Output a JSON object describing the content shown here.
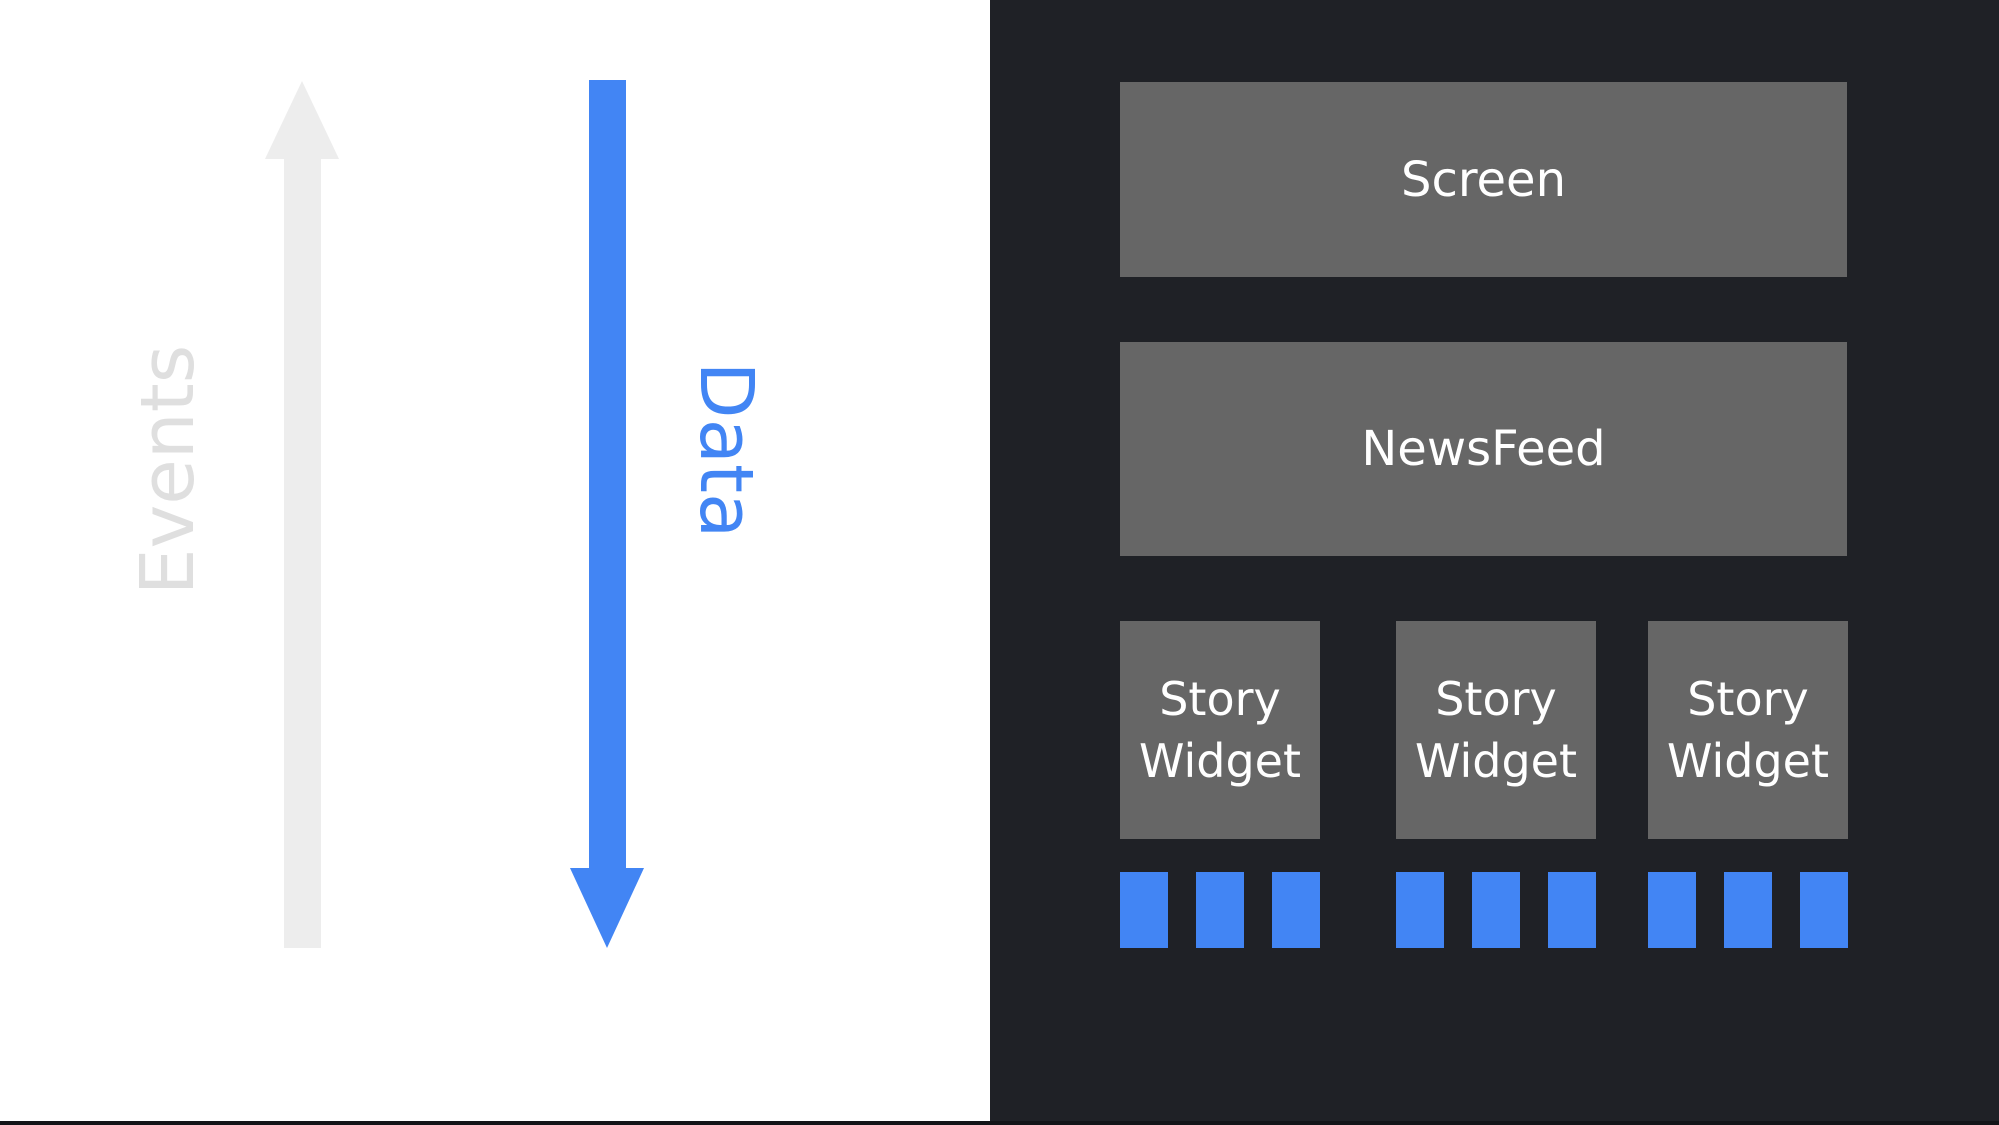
{
  "colors": {
    "left_background": "#ffffff",
    "panel_background": "#1f2126",
    "box_gray": "#666666",
    "box_text": "#ffffff",
    "accent_blue": "#4285f4",
    "events_arrow_gray": "#ededed",
    "events_label_gray": "#dfdfdf",
    "bottom_edge": "#131418"
  },
  "flow_labels": {
    "events": {
      "label": "Events",
      "direction": "up"
    },
    "data": {
      "label": "Data",
      "direction": "down"
    }
  },
  "widget_tree": {
    "screen": {
      "label": "Screen"
    },
    "newsfeed": {
      "label": "NewsFeed"
    },
    "story_widgets": [
      {
        "label": "Story Widget",
        "data_blocks": 3
      },
      {
        "label": "Story Widget",
        "data_blocks": 3
      },
      {
        "label": "Story Widget",
        "data_blocks": 3
      }
    ]
  }
}
